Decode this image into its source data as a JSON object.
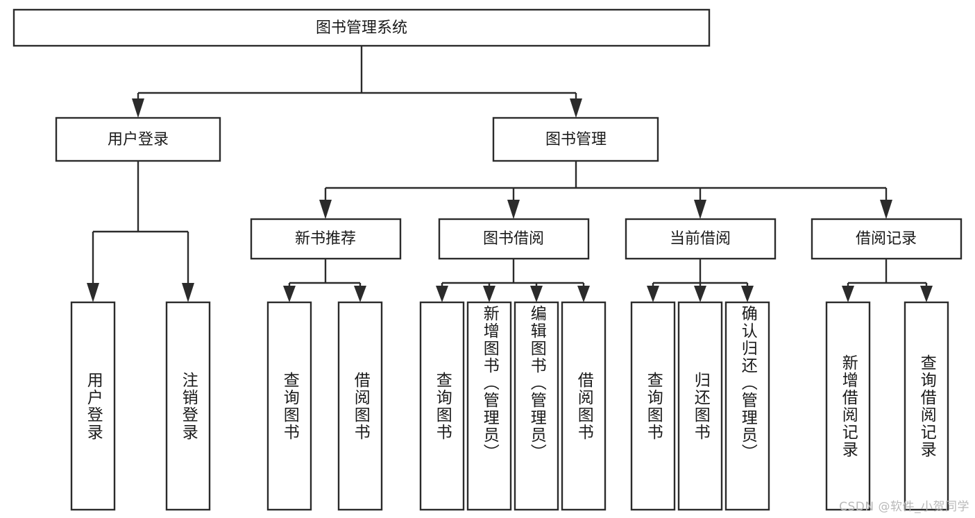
{
  "diagram": {
    "type": "tree-hierarchy-chart",
    "title": "图书管理系统",
    "background_color": "#ffffff",
    "box_border_color": "#2b2b2b",
    "box_fill_color": "#ffffff",
    "text_color": "#1a1a1a",
    "connector_color": "#2b2b2b",
    "root": {
      "label": "图书管理系统",
      "level": 0
    },
    "level2": [
      {
        "label": "用户登录"
      },
      {
        "label": "图书管理"
      }
    ],
    "level3": [
      {
        "label": "新书推荐"
      },
      {
        "label": "图书借阅"
      },
      {
        "label": "当前借阅"
      },
      {
        "label": "借阅记录"
      }
    ],
    "leaves": [
      {
        "label": "用户登录",
        "parent": "用户登录"
      },
      {
        "label": "注销登录",
        "parent": "用户登录"
      },
      {
        "label": "查询图书",
        "parent": "新书推荐"
      },
      {
        "label": "借阅图书",
        "parent": "新书推荐"
      },
      {
        "label": "查询图书",
        "parent": "图书借阅"
      },
      {
        "label": "新增图书（管理员）",
        "parent": "图书借阅"
      },
      {
        "label": "编辑图书（管理员）",
        "parent": "图书借阅"
      },
      {
        "label": "借阅图书",
        "parent": "图书借阅"
      },
      {
        "label": "查询图书",
        "parent": "当前借阅"
      },
      {
        "label": "归还图书",
        "parent": "当前借阅"
      },
      {
        "label": "确认归还（管理员）",
        "parent": "当前借阅"
      },
      {
        "label": "新增借阅记录",
        "parent": "借阅记录"
      },
      {
        "label": "查询借阅记录",
        "parent": "借阅记录"
      }
    ]
  },
  "watermark": {
    "text": "CSDN @软件_小贺同学",
    "color": "#b9b9b9"
  }
}
